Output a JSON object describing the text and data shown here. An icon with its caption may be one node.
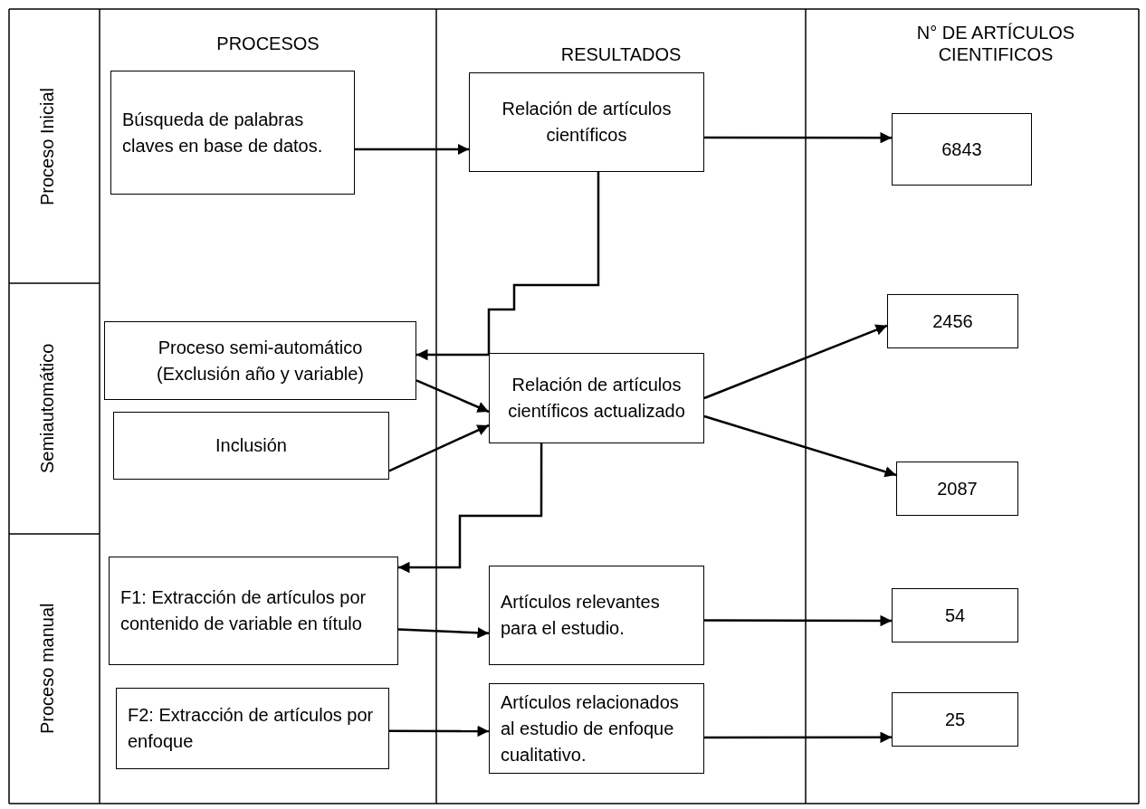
{
  "diagram": {
    "nodes": [
      {
        "text": [
          "Búsqueda de palabras claves en base de datos."
        ]
      },
      {
        "text": [
          "Relación de artículos científicos"
        ]
      },
      {
        "text": [
          "6843"
        ]
      },
      {
        "text": [
          "Proceso semi-automático (Exclusión año y variable)"
        ]
      },
      {
        "text": [
          "Relación de artículos científicos actualizado"
        ]
      },
      {
        "text": [
          "2456"
        ]
      },
      {
        "text": [
          "Inclusión"
        ]
      },
      {
        "text": [
          "2087"
        ]
      },
      {
        "text": [
          "F1: Extracción de artículos por contenido de variable en título"
        ]
      },
      {
        "text": [
          "Artículos relevantes para el estudio."
        ]
      },
      {
        "text": [
          "54"
        ]
      },
      {
        "text": [
          "F2: Extracción de artículos por enfoque"
        ]
      },
      {
        "text": [
          "Artículos relacionados al estudio de enfoque cualitativo."
        ]
      },
      {
        "text": [
          "25"
        ]
      }
    ],
    "edges": [
      {
        "from": 0,
        "to": 1,
        "arrow": "to"
      },
      {
        "from": 1,
        "to": 2,
        "arrow": "to"
      },
      {
        "from": 1,
        "to": 3,
        "arrow": "to"
      },
      {
        "from": 3,
        "to": 4,
        "arrow": "to"
      },
      {
        "from": 6,
        "to": 4,
        "arrow": "to"
      },
      {
        "from": 4,
        "to": 5,
        "arrow": "to"
      },
      {
        "from": 4,
        "to": 7,
        "arrow": "to"
      },
      {
        "from": 4,
        "to": 8,
        "arrow": "to"
      },
      {
        "from": 8,
        "to": 9,
        "arrow": "to"
      },
      {
        "from": 9,
        "to": 10,
        "arrow": "to"
      },
      {
        "from": 11,
        "to": 12,
        "arrow": "to"
      },
      {
        "from": 12,
        "to": 13,
        "arrow": "to"
      }
    ],
    "labels": [
      "PROCESOS",
      "RESULTADOS",
      "N° DE ARTÍCULOS CIENTIFICOS",
      "Proceso Inicial",
      "Semiautomático",
      "Proceso manual"
    ]
  }
}
